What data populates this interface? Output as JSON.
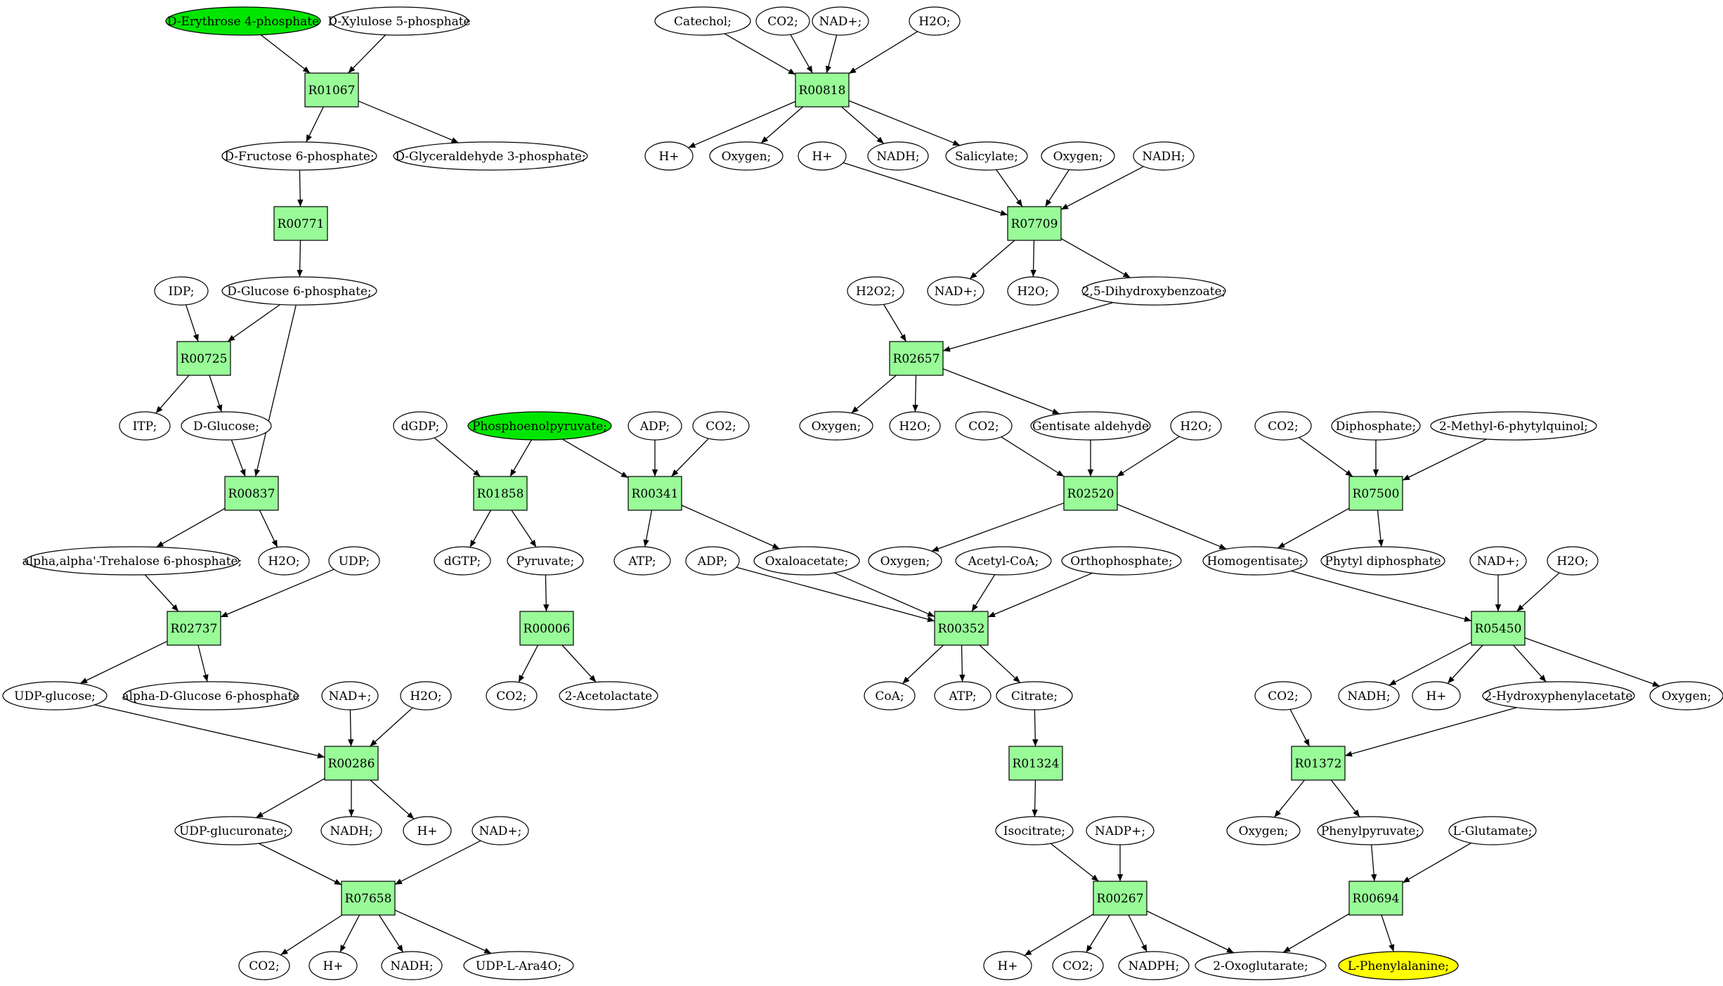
{
  "colors": {
    "reaction_fill": "#98fb98",
    "compound_fill": "#ffffff",
    "highlight_source": "#00e600",
    "highlight_target": "#ffff00",
    "stroke": "#000000"
  },
  "nodes": [
    {
      "id": "e4p",
      "label": "D-Erythrose 4-phosphate",
      "type": "compound",
      "color": "green"
    },
    {
      "id": "x5p",
      "label": "D-Xylulose 5-phosphate",
      "type": "compound"
    },
    {
      "id": "R01067",
      "label": "R01067",
      "type": "reaction"
    },
    {
      "id": "f6p",
      "label": "D-Fructose 6-phosphate;",
      "type": "compound"
    },
    {
      "id": "g3p",
      "label": "D-Glyceraldehyde 3-phosphate;",
      "type": "compound"
    },
    {
      "id": "R00771",
      "label": "R00771",
      "type": "reaction"
    },
    {
      "id": "idp",
      "label": "IDP;",
      "type": "compound"
    },
    {
      "id": "g6p",
      "label": "D-Glucose 6-phosphate;",
      "type": "compound"
    },
    {
      "id": "R00725",
      "label": "R00725",
      "type": "reaction"
    },
    {
      "id": "itp",
      "label": "ITP;",
      "type": "compound"
    },
    {
      "id": "dglc",
      "label": "D-Glucose;",
      "type": "compound"
    },
    {
      "id": "R00837",
      "label": "R00837",
      "type": "reaction"
    },
    {
      "id": "t6p",
      "label": "alpha,alpha'-Trehalose 6-phosphate;",
      "type": "compound"
    },
    {
      "id": "h2o_a",
      "label": "H2O;",
      "type": "compound"
    },
    {
      "id": "udp",
      "label": "UDP;",
      "type": "compound"
    },
    {
      "id": "R02737",
      "label": "R02737",
      "type": "reaction"
    },
    {
      "id": "udpglc",
      "label": "UDP-glucose;",
      "type": "compound"
    },
    {
      "id": "ag6p",
      "label": "alpha-D-Glucose 6-phosphate",
      "type": "compound"
    },
    {
      "id": "nad_a",
      "label": "NAD+;",
      "type": "compound"
    },
    {
      "id": "h2o_b",
      "label": "H2O;",
      "type": "compound"
    },
    {
      "id": "R00286",
      "label": "R00286",
      "type": "reaction"
    },
    {
      "id": "udpgla",
      "label": "UDP-glucuronate;",
      "type": "compound"
    },
    {
      "id": "nadh_a",
      "label": "NADH;",
      "type": "compound"
    },
    {
      "id": "hp_a",
      "label": "H+",
      "type": "compound"
    },
    {
      "id": "nad_b",
      "label": "NAD+;",
      "type": "compound"
    },
    {
      "id": "R07658",
      "label": "R07658",
      "type": "reaction"
    },
    {
      "id": "co2_a",
      "label": "CO2;",
      "type": "compound"
    },
    {
      "id": "hp_b",
      "label": "H+",
      "type": "compound"
    },
    {
      "id": "nadh_b",
      "label": "NADH;",
      "type": "compound"
    },
    {
      "id": "udpara",
      "label": "UDP-L-Ara4O;",
      "type": "compound"
    },
    {
      "id": "dgdp",
      "label": "dGDP;",
      "type": "compound"
    },
    {
      "id": "pep",
      "label": "Phosphoenolpyruvate;",
      "type": "compound",
      "color": "green"
    },
    {
      "id": "adp_a",
      "label": "ADP;",
      "type": "compound"
    },
    {
      "id": "co2_b",
      "label": "CO2;",
      "type": "compound"
    },
    {
      "id": "R01858",
      "label": "R01858",
      "type": "reaction"
    },
    {
      "id": "R00341",
      "label": "R00341",
      "type": "reaction"
    },
    {
      "id": "dgtp",
      "label": "dGTP;",
      "type": "compound"
    },
    {
      "id": "pyr",
      "label": "Pyruvate;",
      "type": "compound"
    },
    {
      "id": "atp_a",
      "label": "ATP;",
      "type": "compound"
    },
    {
      "id": "oaa",
      "label": "Oxaloacetate;",
      "type": "compound"
    },
    {
      "id": "R00006",
      "label": "R00006",
      "type": "reaction"
    },
    {
      "id": "co2_c",
      "label": "CO2;",
      "type": "compound"
    },
    {
      "id": "acl",
      "label": "2-Acetolactate",
      "type": "compound"
    },
    {
      "id": "catechol",
      "label": "Catechol;",
      "type": "compound"
    },
    {
      "id": "co2_d",
      "label": "CO2;",
      "type": "compound"
    },
    {
      "id": "nad_c",
      "label": "NAD+;",
      "type": "compound"
    },
    {
      "id": "h2o_c",
      "label": "H2O;",
      "type": "compound"
    },
    {
      "id": "R00818",
      "label": "R00818",
      "type": "reaction"
    },
    {
      "id": "hp_c",
      "label": "H+",
      "type": "compound"
    },
    {
      "id": "oxy_a",
      "label": "Oxygen;",
      "type": "compound"
    },
    {
      "id": "nadh_c",
      "label": "NADH;",
      "type": "compound"
    },
    {
      "id": "salic",
      "label": "Salicylate;",
      "type": "compound"
    },
    {
      "id": "hp_d",
      "label": "H+",
      "type": "compound"
    },
    {
      "id": "oxy_b",
      "label": "Oxygen;",
      "type": "compound"
    },
    {
      "id": "nadh_d",
      "label": "NADH;",
      "type": "compound"
    },
    {
      "id": "R07709",
      "label": "R07709",
      "type": "reaction"
    },
    {
      "id": "nad_d",
      "label": "NAD+;",
      "type": "compound"
    },
    {
      "id": "h2o_d",
      "label": "H2O;",
      "type": "compound"
    },
    {
      "id": "dhb",
      "label": "2,5-Dihydroxybenzoate;",
      "type": "compound"
    },
    {
      "id": "h2o2",
      "label": "H2O2;",
      "type": "compound"
    },
    {
      "id": "R02657",
      "label": "R02657",
      "type": "reaction"
    },
    {
      "id": "oxy_c",
      "label": "Oxygen;",
      "type": "compound"
    },
    {
      "id": "h2o_e",
      "label": "H2O;",
      "type": "compound"
    },
    {
      "id": "gald",
      "label": "Gentisate aldehyde",
      "type": "compound"
    },
    {
      "id": "co2_e",
      "label": "CO2;",
      "type": "compound"
    },
    {
      "id": "h2o_f",
      "label": "H2O;",
      "type": "compound"
    },
    {
      "id": "R02520",
      "label": "R02520",
      "type": "reaction"
    },
    {
      "id": "adp_b",
      "label": "ADP;",
      "type": "compound"
    },
    {
      "id": "oxy_d",
      "label": "Oxygen;",
      "type": "compound"
    },
    {
      "id": "acoa",
      "label": "Acetyl-CoA;",
      "type": "compound"
    },
    {
      "id": "ortho",
      "label": "Orthophosphate;",
      "type": "compound"
    },
    {
      "id": "R00352",
      "label": "R00352",
      "type": "reaction"
    },
    {
      "id": "coa",
      "label": "CoA;",
      "type": "compound"
    },
    {
      "id": "atp_b",
      "label": "ATP;",
      "type": "compound"
    },
    {
      "id": "citr",
      "label": "Citrate;",
      "type": "compound"
    },
    {
      "id": "R01324",
      "label": "R01324",
      "type": "reaction"
    },
    {
      "id": "isocit",
      "label": "Isocitrate;",
      "type": "compound"
    },
    {
      "id": "nadp",
      "label": "NADP+;",
      "type": "compound"
    },
    {
      "id": "R00267",
      "label": "R00267",
      "type": "reaction"
    },
    {
      "id": "hp_e",
      "label": "H+",
      "type": "compound"
    },
    {
      "id": "co2_f",
      "label": "CO2;",
      "type": "compound"
    },
    {
      "id": "nadph",
      "label": "NADPH;",
      "type": "compound"
    },
    {
      "id": "oxog",
      "label": "2-Oxoglutarate;",
      "type": "compound"
    },
    {
      "id": "co2_g",
      "label": "CO2;",
      "type": "compound"
    },
    {
      "id": "dipho",
      "label": "Diphosphate;",
      "type": "compound"
    },
    {
      "id": "mpq",
      "label": "2-Methyl-6-phytylquinol;",
      "type": "compound"
    },
    {
      "id": "R07500",
      "label": "R07500",
      "type": "reaction"
    },
    {
      "id": "homog",
      "label": "Homogentisate;",
      "type": "compound"
    },
    {
      "id": "phytyl",
      "label": "Phytyl diphosphate",
      "type": "compound"
    },
    {
      "id": "nad_e",
      "label": "NAD+;",
      "type": "compound"
    },
    {
      "id": "h2o_g",
      "label": "H2O;",
      "type": "compound"
    },
    {
      "id": "R05450",
      "label": "R05450",
      "type": "reaction"
    },
    {
      "id": "co2_h",
      "label": "CO2;",
      "type": "compound"
    },
    {
      "id": "nadh_e",
      "label": "NADH;",
      "type": "compound"
    },
    {
      "id": "hp_f",
      "label": "H+",
      "type": "compound"
    },
    {
      "id": "hpa",
      "label": "2-Hydroxyphenylacetate",
      "type": "compound"
    },
    {
      "id": "oxy_e",
      "label": "Oxygen;",
      "type": "compound"
    },
    {
      "id": "R01372",
      "label": "R01372",
      "type": "reaction"
    },
    {
      "id": "oxy_f",
      "label": "Oxygen;",
      "type": "compound"
    },
    {
      "id": "phpyr",
      "label": "Phenylpyruvate;",
      "type": "compound"
    },
    {
      "id": "lglu",
      "label": "L-Glutamate;",
      "type": "compound"
    },
    {
      "id": "R00694",
      "label": "R00694",
      "type": "reaction"
    },
    {
      "id": "lphe",
      "label": "L-Phenylalanine;",
      "type": "compound",
      "color": "yellow"
    }
  ],
  "edges": [
    [
      "e4p",
      "R01067"
    ],
    [
      "x5p",
      "R01067"
    ],
    [
      "R01067",
      "f6p"
    ],
    [
      "R01067",
      "g3p"
    ],
    [
      "f6p",
      "R00771"
    ],
    [
      "R00771",
      "g6p"
    ],
    [
      "idp",
      "R00725"
    ],
    [
      "g6p",
      "R00725"
    ],
    [
      "R00725",
      "itp"
    ],
    [
      "R00725",
      "dglc"
    ],
    [
      "dglc",
      "R00837"
    ],
    [
      "g6p",
      "R00837"
    ],
    [
      "R00837",
      "t6p"
    ],
    [
      "R00837",
      "h2o_a"
    ],
    [
      "t6p",
      "R02737"
    ],
    [
      "udp",
      "R02737"
    ],
    [
      "R02737",
      "udpglc"
    ],
    [
      "R02737",
      "ag6p"
    ],
    [
      "udpglc",
      "R00286"
    ],
    [
      "nad_a",
      "R00286"
    ],
    [
      "h2o_b",
      "R00286"
    ],
    [
      "R00286",
      "udpgla"
    ],
    [
      "R00286",
      "nadh_a"
    ],
    [
      "R00286",
      "hp_a"
    ],
    [
      "udpgla",
      "R07658"
    ],
    [
      "nad_b",
      "R07658"
    ],
    [
      "R07658",
      "co2_a"
    ],
    [
      "R07658",
      "hp_b"
    ],
    [
      "R07658",
      "nadh_b"
    ],
    [
      "R07658",
      "udpara"
    ],
    [
      "dgdp",
      "R01858"
    ],
    [
      "pep",
      "R01858"
    ],
    [
      "R01858",
      "dgtp"
    ],
    [
      "R01858",
      "pyr"
    ],
    [
      "pep",
      "R00341"
    ],
    [
      "adp_a",
      "R00341"
    ],
    [
      "co2_b",
      "R00341"
    ],
    [
      "R00341",
      "atp_a"
    ],
    [
      "R00341",
      "oaa"
    ],
    [
      "pyr",
      "R00006"
    ],
    [
      "R00006",
      "co2_c"
    ],
    [
      "R00006",
      "acl"
    ],
    [
      "catechol",
      "R00818"
    ],
    [
      "co2_d",
      "R00818"
    ],
    [
      "nad_c",
      "R00818"
    ],
    [
      "h2o_c",
      "R00818"
    ],
    [
      "R00818",
      "hp_c"
    ],
    [
      "R00818",
      "oxy_a"
    ],
    [
      "R00818",
      "nadh_c"
    ],
    [
      "R00818",
      "salic"
    ],
    [
      "salic",
      "R07709"
    ],
    [
      "hp_d",
      "R07709"
    ],
    [
      "oxy_b",
      "R07709"
    ],
    [
      "nadh_d",
      "R07709"
    ],
    [
      "R07709",
      "nad_d"
    ],
    [
      "R07709",
      "h2o_d"
    ],
    [
      "R07709",
      "dhb"
    ],
    [
      "h2o2",
      "R02657"
    ],
    [
      "dhb",
      "R02657"
    ],
    [
      "R02657",
      "oxy_c"
    ],
    [
      "R02657",
      "h2o_e"
    ],
    [
      "R02657",
      "gald"
    ],
    [
      "co2_e",
      "R02520"
    ],
    [
      "gald",
      "R02520"
    ],
    [
      "h2o_f",
      "R02520"
    ],
    [
      "R02520",
      "oxy_d"
    ],
    [
      "R02520",
      "homog"
    ],
    [
      "adp_b",
      "R00352"
    ],
    [
      "oaa",
      "R00352"
    ],
    [
      "acoa",
      "R00352"
    ],
    [
      "ortho",
      "R00352"
    ],
    [
      "R00352",
      "coa"
    ],
    [
      "R00352",
      "atp_b"
    ],
    [
      "R00352",
      "citr"
    ],
    [
      "citr",
      "R01324"
    ],
    [
      "R01324",
      "isocit"
    ],
    [
      "isocit",
      "R00267"
    ],
    [
      "nadp",
      "R00267"
    ],
    [
      "R00267",
      "hp_e"
    ],
    [
      "R00267",
      "co2_f"
    ],
    [
      "R00267",
      "nadph"
    ],
    [
      "R00267",
      "oxog"
    ],
    [
      "co2_g",
      "R07500"
    ],
    [
      "dipho",
      "R07500"
    ],
    [
      "mpq",
      "R07500"
    ],
    [
      "R07500",
      "homog"
    ],
    [
      "R07500",
      "phytyl"
    ],
    [
      "homog",
      "R05450"
    ],
    [
      "nad_e",
      "R05450"
    ],
    [
      "h2o_g",
      "R05450"
    ],
    [
      "R05450",
      "nadh_e"
    ],
    [
      "R05450",
      "hp_f"
    ],
    [
      "R05450",
      "hpa"
    ],
    [
      "R05450",
      "oxy_e"
    ],
    [
      "co2_h",
      "R01372"
    ],
    [
      "hpa",
      "R01372"
    ],
    [
      "R01372",
      "oxy_f"
    ],
    [
      "R01372",
      "phpyr"
    ],
    [
      "phpyr",
      "R00694"
    ],
    [
      "lglu",
      "R00694"
    ],
    [
      "R00694",
      "oxog"
    ],
    [
      "R00694",
      "lphe"
    ]
  ]
}
